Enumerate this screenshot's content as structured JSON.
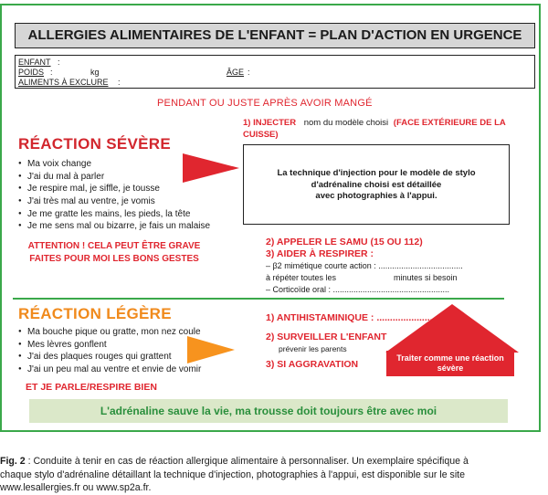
{
  "title": "ALLERGIES ALIMENTAIRES DE L'ENFANT = PLAN D'ACTION EN URGENCE",
  "child": {
    "enfant_label": "ENFANT",
    "poids_label": "POIDS",
    "kg": "kg",
    "age_label": "ÂGE",
    "aliments_label": "ALIMENTS À EXCLURE",
    "colon": ":"
  },
  "timing_heading": "PENDANT OU JUSTE APRÈS AVOIR MANGÉ",
  "severe": {
    "title": "RÉACTION SÉVÈRE",
    "symptoms": [
      "Ma voix change",
      "J'ai du mal à parler",
      "Je respire mal, je siffle, je tousse",
      "J'ai très mal au ventre, je vomis",
      "Je me gratte les mains, les pieds, la tête",
      "Je me sens mal ou bizarre, je fais un malaise"
    ],
    "warning_line1": "ATTENTION ! CELA PEUT ÊTRE GRAVE",
    "warning_line2": "FAITES POUR MOI LES BONS GESTES"
  },
  "actions_severe": {
    "inject_label": "1) INJECTER",
    "inject_model": "nom du modèle choisi",
    "inject_face": "(FACE EXTÉRIEURE DE LA",
    "inject_cuisse": "CUISSE)",
    "inject_box_line1": "La technique d'injection pour le modèle de stylo",
    "inject_box_line2": "d'adrénaline choisi est détaillée",
    "inject_box_line3": "avec photographies à l'appui.",
    "call": "2) APPELER LE SAMU (15 OU 112)",
    "help": "3) AIDER À RESPIRER :",
    "beta2": "– β2 mimétique courte action : .....................................",
    "repeat_a": "à répéter toutes les",
    "repeat_b": "minutes si besoin",
    "corticoide": "– Corticoïde oral : ..................................................."
  },
  "mild": {
    "title": "RÉACTION LÉGÈRE",
    "symptoms": [
      "Ma bouche pique ou gratte, mon nez coule",
      "Mes lèvres gonflent",
      "J'ai des plaques rouges qui grattent",
      "J'ai un peu mal au ventre et envie de vomir"
    ],
    "talk": "ET JE PARLE/RESPIRE BIEN"
  },
  "actions_mild": {
    "antihist": "1) ANTIHISTAMINIQUE : ...............................",
    "monitor": "2) SURVEILLER L'ENFANT",
    "prevenir": "prévenir les parents",
    "aggrav": "3) SI AGGRAVATION",
    "treat_line1": "Traiter comme une réaction",
    "treat_line2": "sévère"
  },
  "banner": "L'adrénaline sauve la vie, ma trousse doit toujours être avec moi",
  "caption": {
    "fig": "Fig. 2",
    "line1": " : Conduite à tenir en cas de réaction allergique alimentaire à personnaliser. Un exemplaire spécifique à",
    "line2": "chaque stylo d'adrénaline détaillant la technique d'injection, photographies à l'appui, est disponible sur le site",
    "line3": "www.lesallergies.fr ou www.sp2a.fr."
  },
  "colors": {
    "green": "#3aa84a",
    "red": "#e0262f",
    "orange": "#f7931e"
  }
}
